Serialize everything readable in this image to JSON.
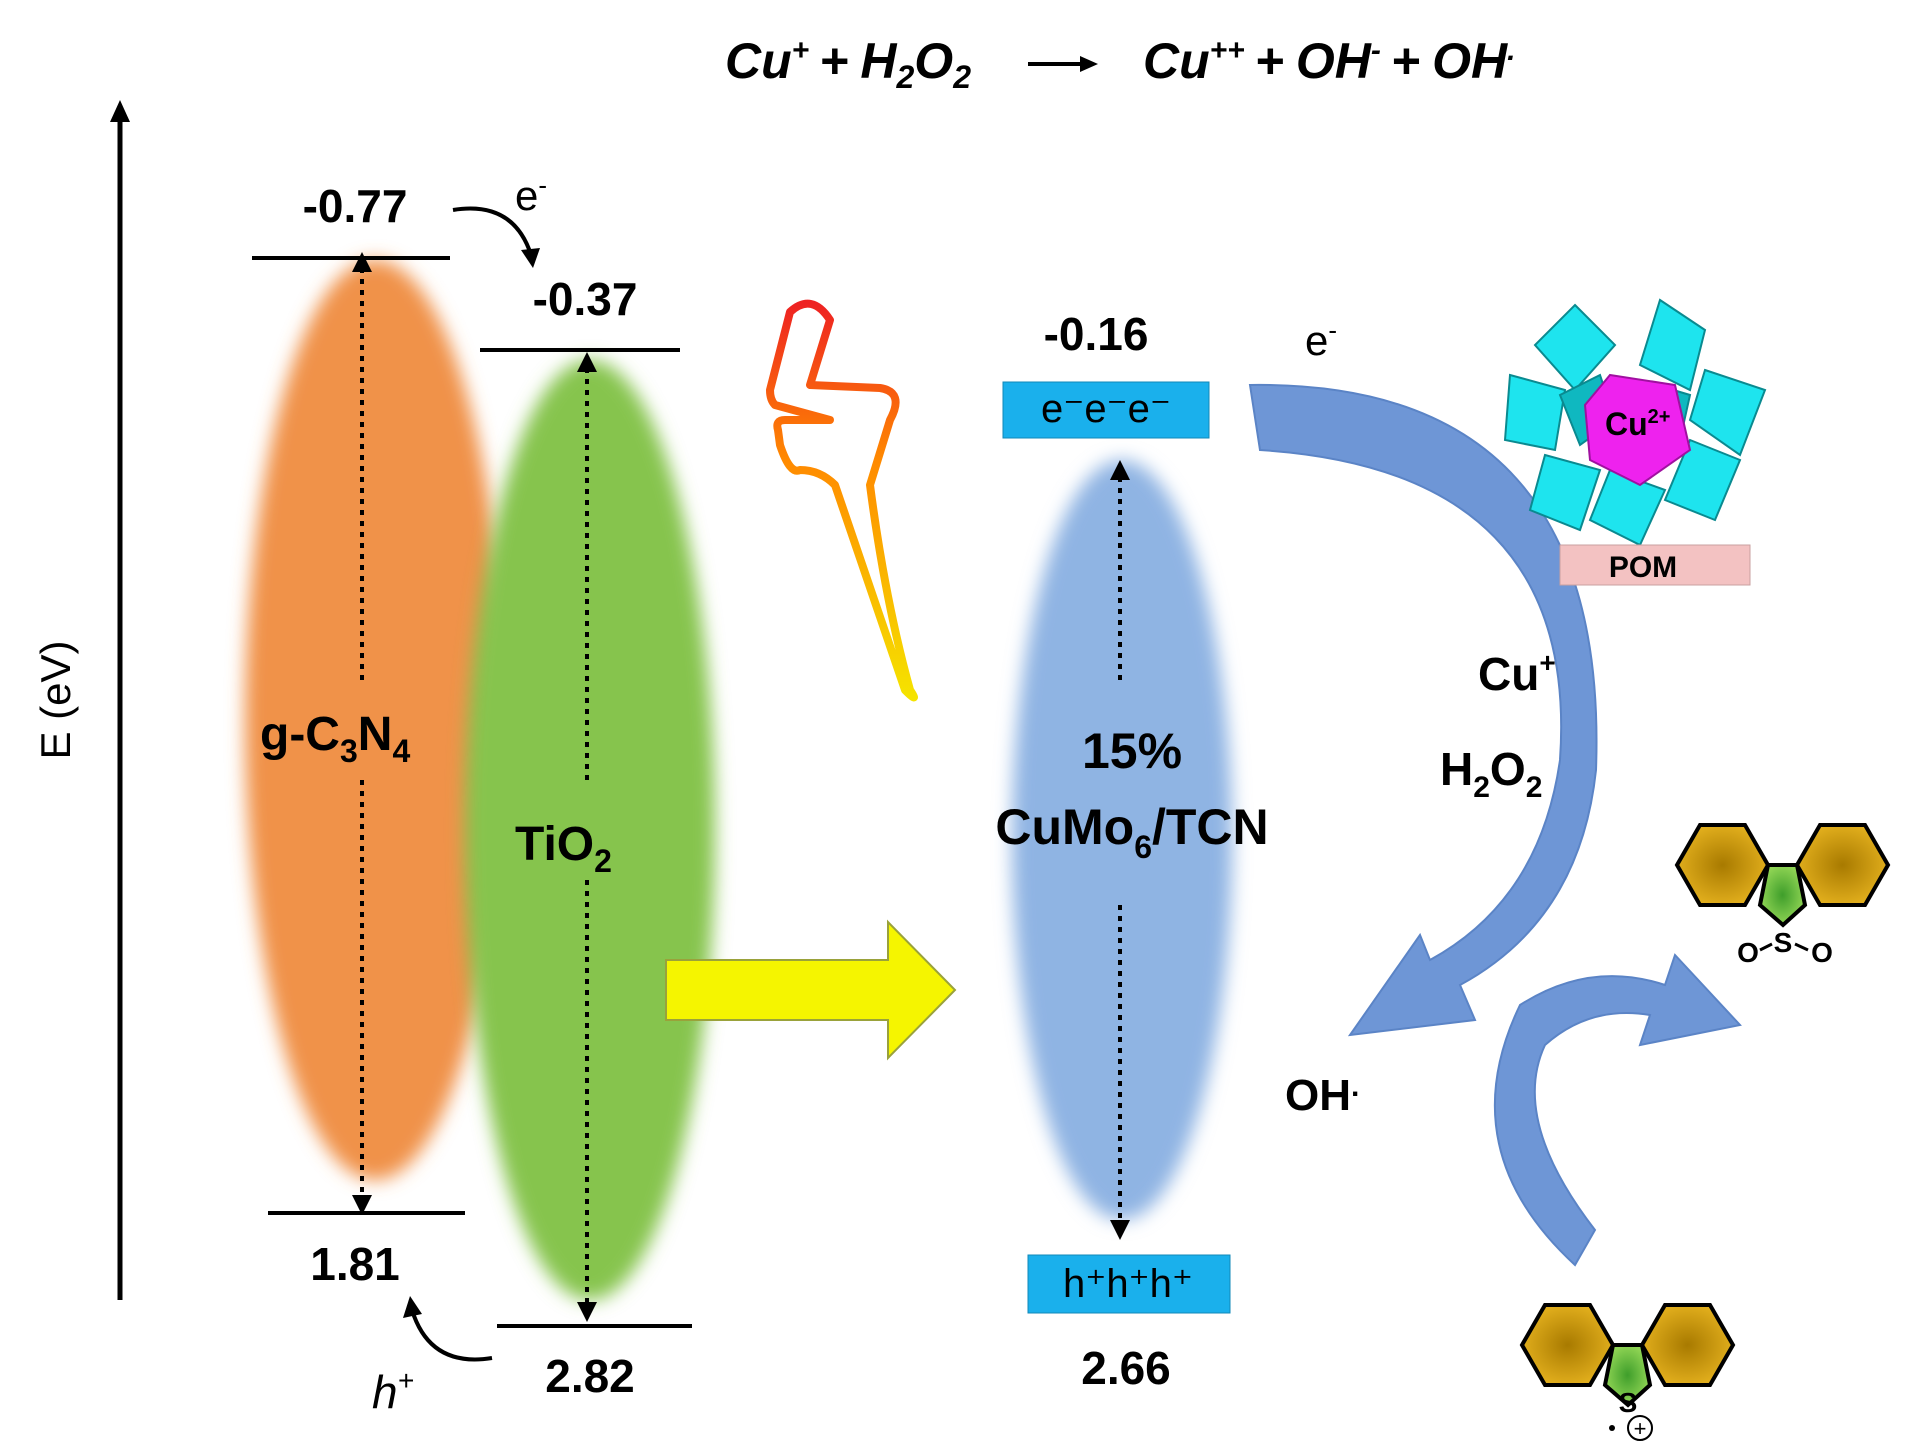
{
  "equation": {
    "lhs_a": "Cu",
    "lhs_a_sup": "+",
    "plus1": "+",
    "lhs_b": "H",
    "lhs_b_sub1": "2",
    "lhs_b_mid": "O",
    "lhs_b_sub2": "2",
    "rhs_a": "Cu",
    "rhs_a_sup": "++",
    "plus2": "+",
    "rhs_b": "OH",
    "rhs_b_sup": "-",
    "plus3": "+",
    "rhs_c": "OH",
    "rhs_c_sup": "."
  },
  "axis": {
    "label": "E (eV)"
  },
  "gcn": {
    "name_a": "g-C",
    "name_sub1": "3",
    "name_b": "N",
    "name_sub2": "4",
    "cb": "-0.77",
    "vb": "1.81",
    "color": "#f0924a"
  },
  "tio2": {
    "name_a": "TiO",
    "name_sub": "2",
    "cb": "-0.37",
    "vb": "2.82",
    "color": "#86c44e"
  },
  "transfer": {
    "electron": "e",
    "electron_sup": "-",
    "hole": "h",
    "hole_sup": "+"
  },
  "composite": {
    "line1": "15%",
    "line2_a": "CuMo",
    "line2_sub": "6",
    "line2_b": "/TCN",
    "cb": "-0.16",
    "vb": "2.66",
    "color": "#8fb4e3",
    "electrons_box": "e⁻e⁻e⁻",
    "holes_box": "h⁺h⁺h⁺",
    "box_color": "#1ab0ec"
  },
  "reaction": {
    "electron": "e",
    "electron_sup": "-",
    "cu": "Cu",
    "cu_sup": "+",
    "h2o2_a": "H",
    "h2o2_sub1": "2",
    "h2o2_b": "O",
    "h2o2_sub2": "2",
    "oh": "OH",
    "oh_sup": "."
  },
  "pom": {
    "center": "Cu",
    "center_sup": "2+",
    "label": "POM",
    "colors": {
      "octahedra": "#1ee4ee",
      "center": "#ee22ee",
      "label_bg": "#f3c2c2"
    }
  },
  "molecules": {
    "sulfone_s": "S",
    "sulfone_o1": "O",
    "sulfone_o2": "O",
    "cation_s": "S",
    "cation_charge": "+"
  },
  "colors": {
    "arrow_blue": "#5b8fd4",
    "big_arrow": "#f5f500",
    "lightning_top": "#ee2222",
    "lightning_bottom": "#f5e300",
    "ring": "#d4a017",
    "ring_center": "#7fc241"
  }
}
